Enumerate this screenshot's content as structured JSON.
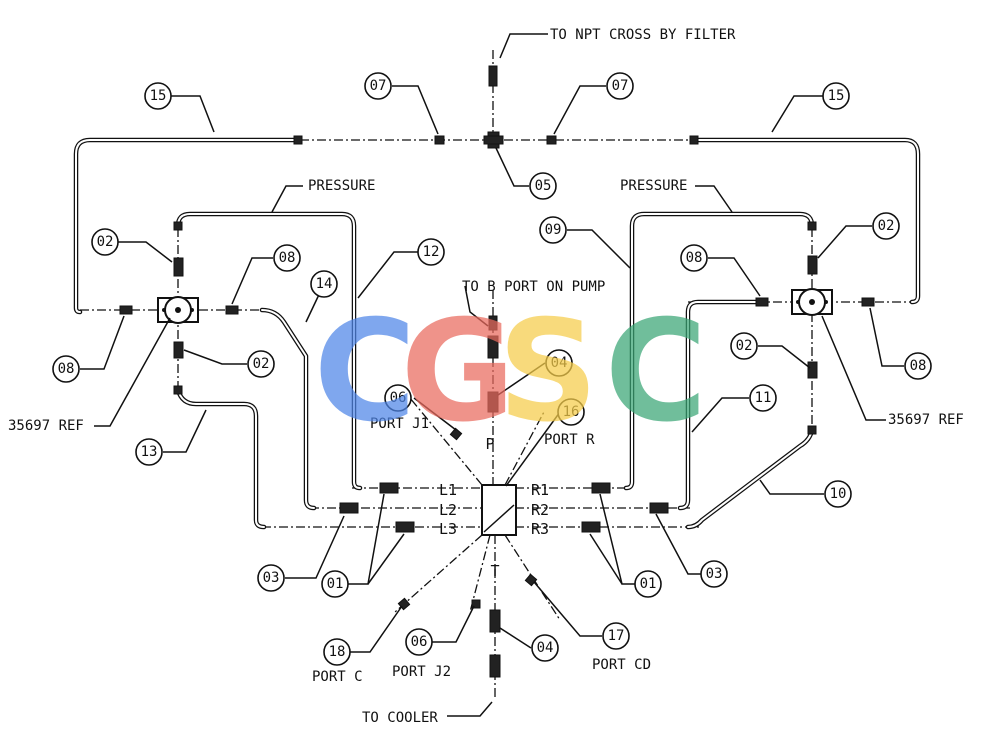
{
  "labels": {
    "npt_cross": "TO NPT CROSS BY FILTER",
    "b_port": "TO B PORT ON PUMP",
    "pressure_left": "PRESSURE",
    "pressure_right": "PRESSURE",
    "ref_left": "35697 REF",
    "ref_right": "35697 REF",
    "port_j1": "PORT J1",
    "port_r": "PORT R",
    "port_c": "PORT C",
    "port_j2": "PORT J2",
    "port_cd": "PORT CD",
    "to_cooler": "TO COOLER"
  },
  "ports": {
    "l1": "L1",
    "l2": "L2",
    "l3": "L3",
    "r1": "R1",
    "r2": "R2",
    "r3": "R3",
    "p": "P",
    "t": "T"
  },
  "callouts": {
    "c15_left": "15",
    "c15_right": "15",
    "c07_left": "07",
    "c07_right": "07",
    "c05": "05",
    "c02_a": "02",
    "c02_b": "02",
    "c02_c": "02",
    "c02_d": "02",
    "c08_a": "08",
    "c08_b": "08",
    "c08_c": "08",
    "c08_d": "08",
    "c14": "14",
    "c12": "12",
    "c09": "09",
    "c11": "11",
    "c10": "10",
    "c13": "13",
    "c04_top": "04",
    "c04_bottom": "04",
    "c06_top": "06",
    "c06_bottom": "06",
    "c16": "16",
    "c03_left": "03",
    "c03_right": "03",
    "c01_left": "01",
    "c01_right": "01",
    "c18": "18",
    "c17": "17"
  },
  "watermark": {
    "letters": [
      "C",
      "G",
      "S",
      "C"
    ],
    "colors": [
      "#4f86e8",
      "#ea6a5e",
      "#f6cd4a",
      "#3aa676"
    ]
  }
}
